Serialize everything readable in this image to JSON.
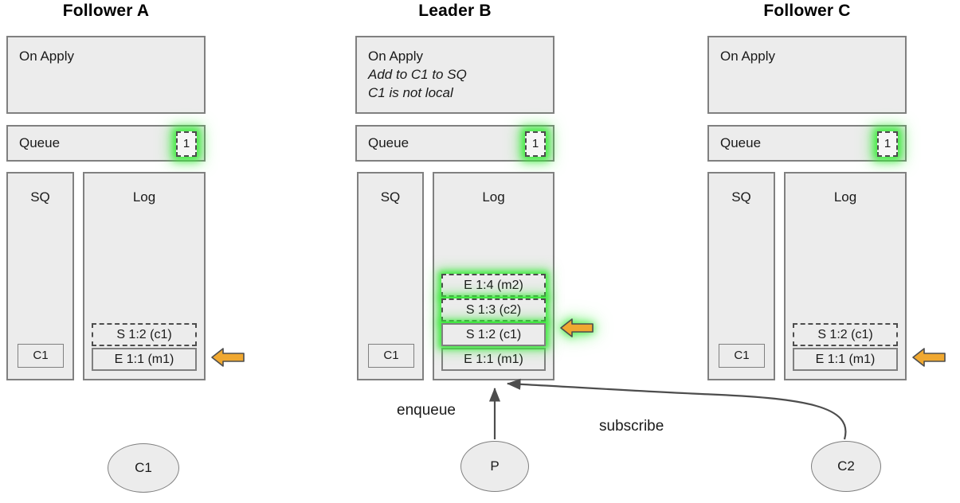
{
  "nodes": [
    {
      "id": "follower-a",
      "title": "Follower A",
      "on_apply": {
        "title": "On Apply",
        "notes": []
      },
      "queue": {
        "label": "Queue",
        "badge": "1",
        "badge_highlighted": true
      },
      "sq": {
        "label": "SQ",
        "entries": [
          "C1"
        ]
      },
      "log": {
        "label": "Log",
        "entries": [
          {
            "text": "S 1:2 (c1)",
            "style": "dashed",
            "glow": false
          },
          {
            "text": "E 1:1 (m1)",
            "style": "solid",
            "glow": false
          }
        ]
      },
      "arrow": {
        "name": "apply-pointer-arrow",
        "color": "#f0a830",
        "glow": false
      }
    },
    {
      "id": "leader-b",
      "title": "Leader B",
      "on_apply": {
        "title": "On Apply",
        "notes": [
          "Add to C1 to SQ",
          "C1 is not local"
        ]
      },
      "queue": {
        "label": "Queue",
        "badge": "1",
        "badge_highlighted": true
      },
      "sq": {
        "label": "SQ",
        "entries": [
          "C1"
        ]
      },
      "log": {
        "label": "Log",
        "entries": [
          {
            "text": "E 1:4 (m2)",
            "style": "dashed",
            "glow": true
          },
          {
            "text": "S 1:3 (c2)",
            "style": "dashed",
            "glow": true
          },
          {
            "text": "S 1:2 (c1)",
            "style": "solid",
            "glow": true
          },
          {
            "text": "E 1:1 (m1)",
            "style": "solid",
            "glow": false
          }
        ]
      },
      "arrow": {
        "name": "apply-pointer-arrow",
        "color": "#f0a830",
        "glow": true
      }
    },
    {
      "id": "follower-c",
      "title": "Follower C",
      "on_apply": {
        "title": "On Apply",
        "notes": []
      },
      "queue": {
        "label": "Queue",
        "badge": "1",
        "badge_highlighted": true
      },
      "sq": {
        "label": "SQ",
        "entries": [
          "C1"
        ]
      },
      "log": {
        "label": "Log",
        "entries": [
          {
            "text": "S 1:2 (c1)",
            "style": "dashed",
            "glow": false
          },
          {
            "text": "E 1:1 (m1)",
            "style": "solid",
            "glow": false
          }
        ]
      },
      "arrow": {
        "name": "apply-pointer-arrow",
        "color": "#f0a830",
        "glow": false
      }
    }
  ],
  "clients": [
    {
      "id": "c1",
      "label": "C1"
    },
    {
      "id": "p",
      "label": "P"
    },
    {
      "id": "c2",
      "label": "C2"
    }
  ],
  "edges": [
    {
      "id": "enqueue",
      "label": "enqueue",
      "from": "p",
      "to": "leader-b-log"
    },
    {
      "id": "subscribe",
      "label": "subscribe",
      "from": "c2",
      "to": "leader-b-log"
    }
  ],
  "colors": {
    "panel_fill": "#ececec",
    "panel_border": "#808080",
    "arrow_fill": "#f0a830",
    "arrow_border": "#4d4d4d",
    "highlight_glow": "#3ceb3c",
    "edge_stroke": "#4d4d4d",
    "text": "#1a1a1a"
  }
}
